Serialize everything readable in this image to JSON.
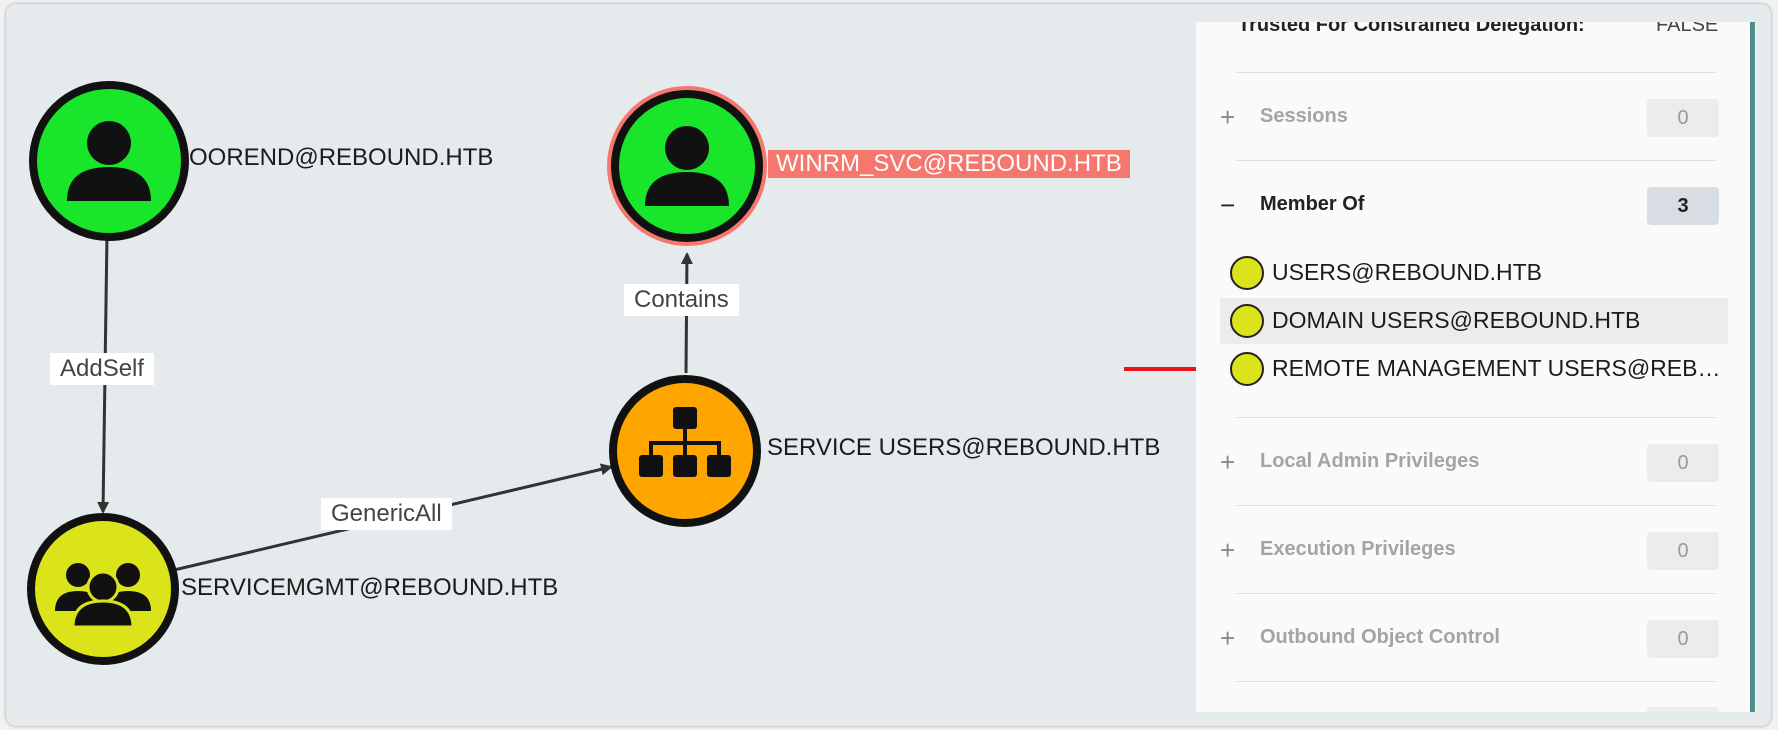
{
  "graph": {
    "nodes": [
      {
        "id": "oorend",
        "label": "OOREND@REBOUND.HTB",
        "type": "user",
        "color": "#19e52a",
        "highlight": false
      },
      {
        "id": "winrm",
        "label": "WINRM_SVC@REBOUND.HTB",
        "type": "user",
        "color": "#19e52a",
        "highlight": true
      },
      {
        "id": "service_users",
        "label": "SERVICE USERS@REBOUND.HTB",
        "type": "ou",
        "color": "#ffa500",
        "highlight": false
      },
      {
        "id": "servicemgmt",
        "label": "SERVICEMGMT@REBOUND.HTB",
        "type": "group",
        "color": "#dbe41a",
        "highlight": false
      }
    ],
    "edges": [
      {
        "from": "oorend",
        "to": "servicemgmt",
        "label": "AddSelf"
      },
      {
        "from": "servicemgmt",
        "to": "service_users",
        "label": "GenericAll"
      },
      {
        "from": "service_users",
        "to": "winrm",
        "label": "Contains"
      }
    ],
    "highlight_color": "#f5776e"
  },
  "panel": {
    "top_partial_label": "Trusted For Constrained Delegation:",
    "top_partial_value": "FALSE",
    "sections_before": [
      {
        "label": "Sessions",
        "count": "0",
        "sign": "+"
      }
    ],
    "member_of": {
      "label": "Member Of",
      "count": "3",
      "sign": "−",
      "items": [
        {
          "label": "USERS@REBOUND.HTB",
          "selected": false
        },
        {
          "label": "DOMAIN USERS@REBOUND.HTB",
          "selected": true
        },
        {
          "label": "REMOTE MANAGEMENT USERS@REB…",
          "selected": false
        }
      ]
    },
    "sections_after": [
      {
        "label": "Local Admin Privileges",
        "count": "0",
        "sign": "+"
      },
      {
        "label": "Execution Privileges",
        "count": "0",
        "sign": "+"
      },
      {
        "label": "Outbound Object Control",
        "count": "0",
        "sign": "+"
      }
    ]
  },
  "annotation": {
    "arrow_color": "#e8141b",
    "points_to": "REMOTE MANAGEMENT USERS@REB…"
  }
}
